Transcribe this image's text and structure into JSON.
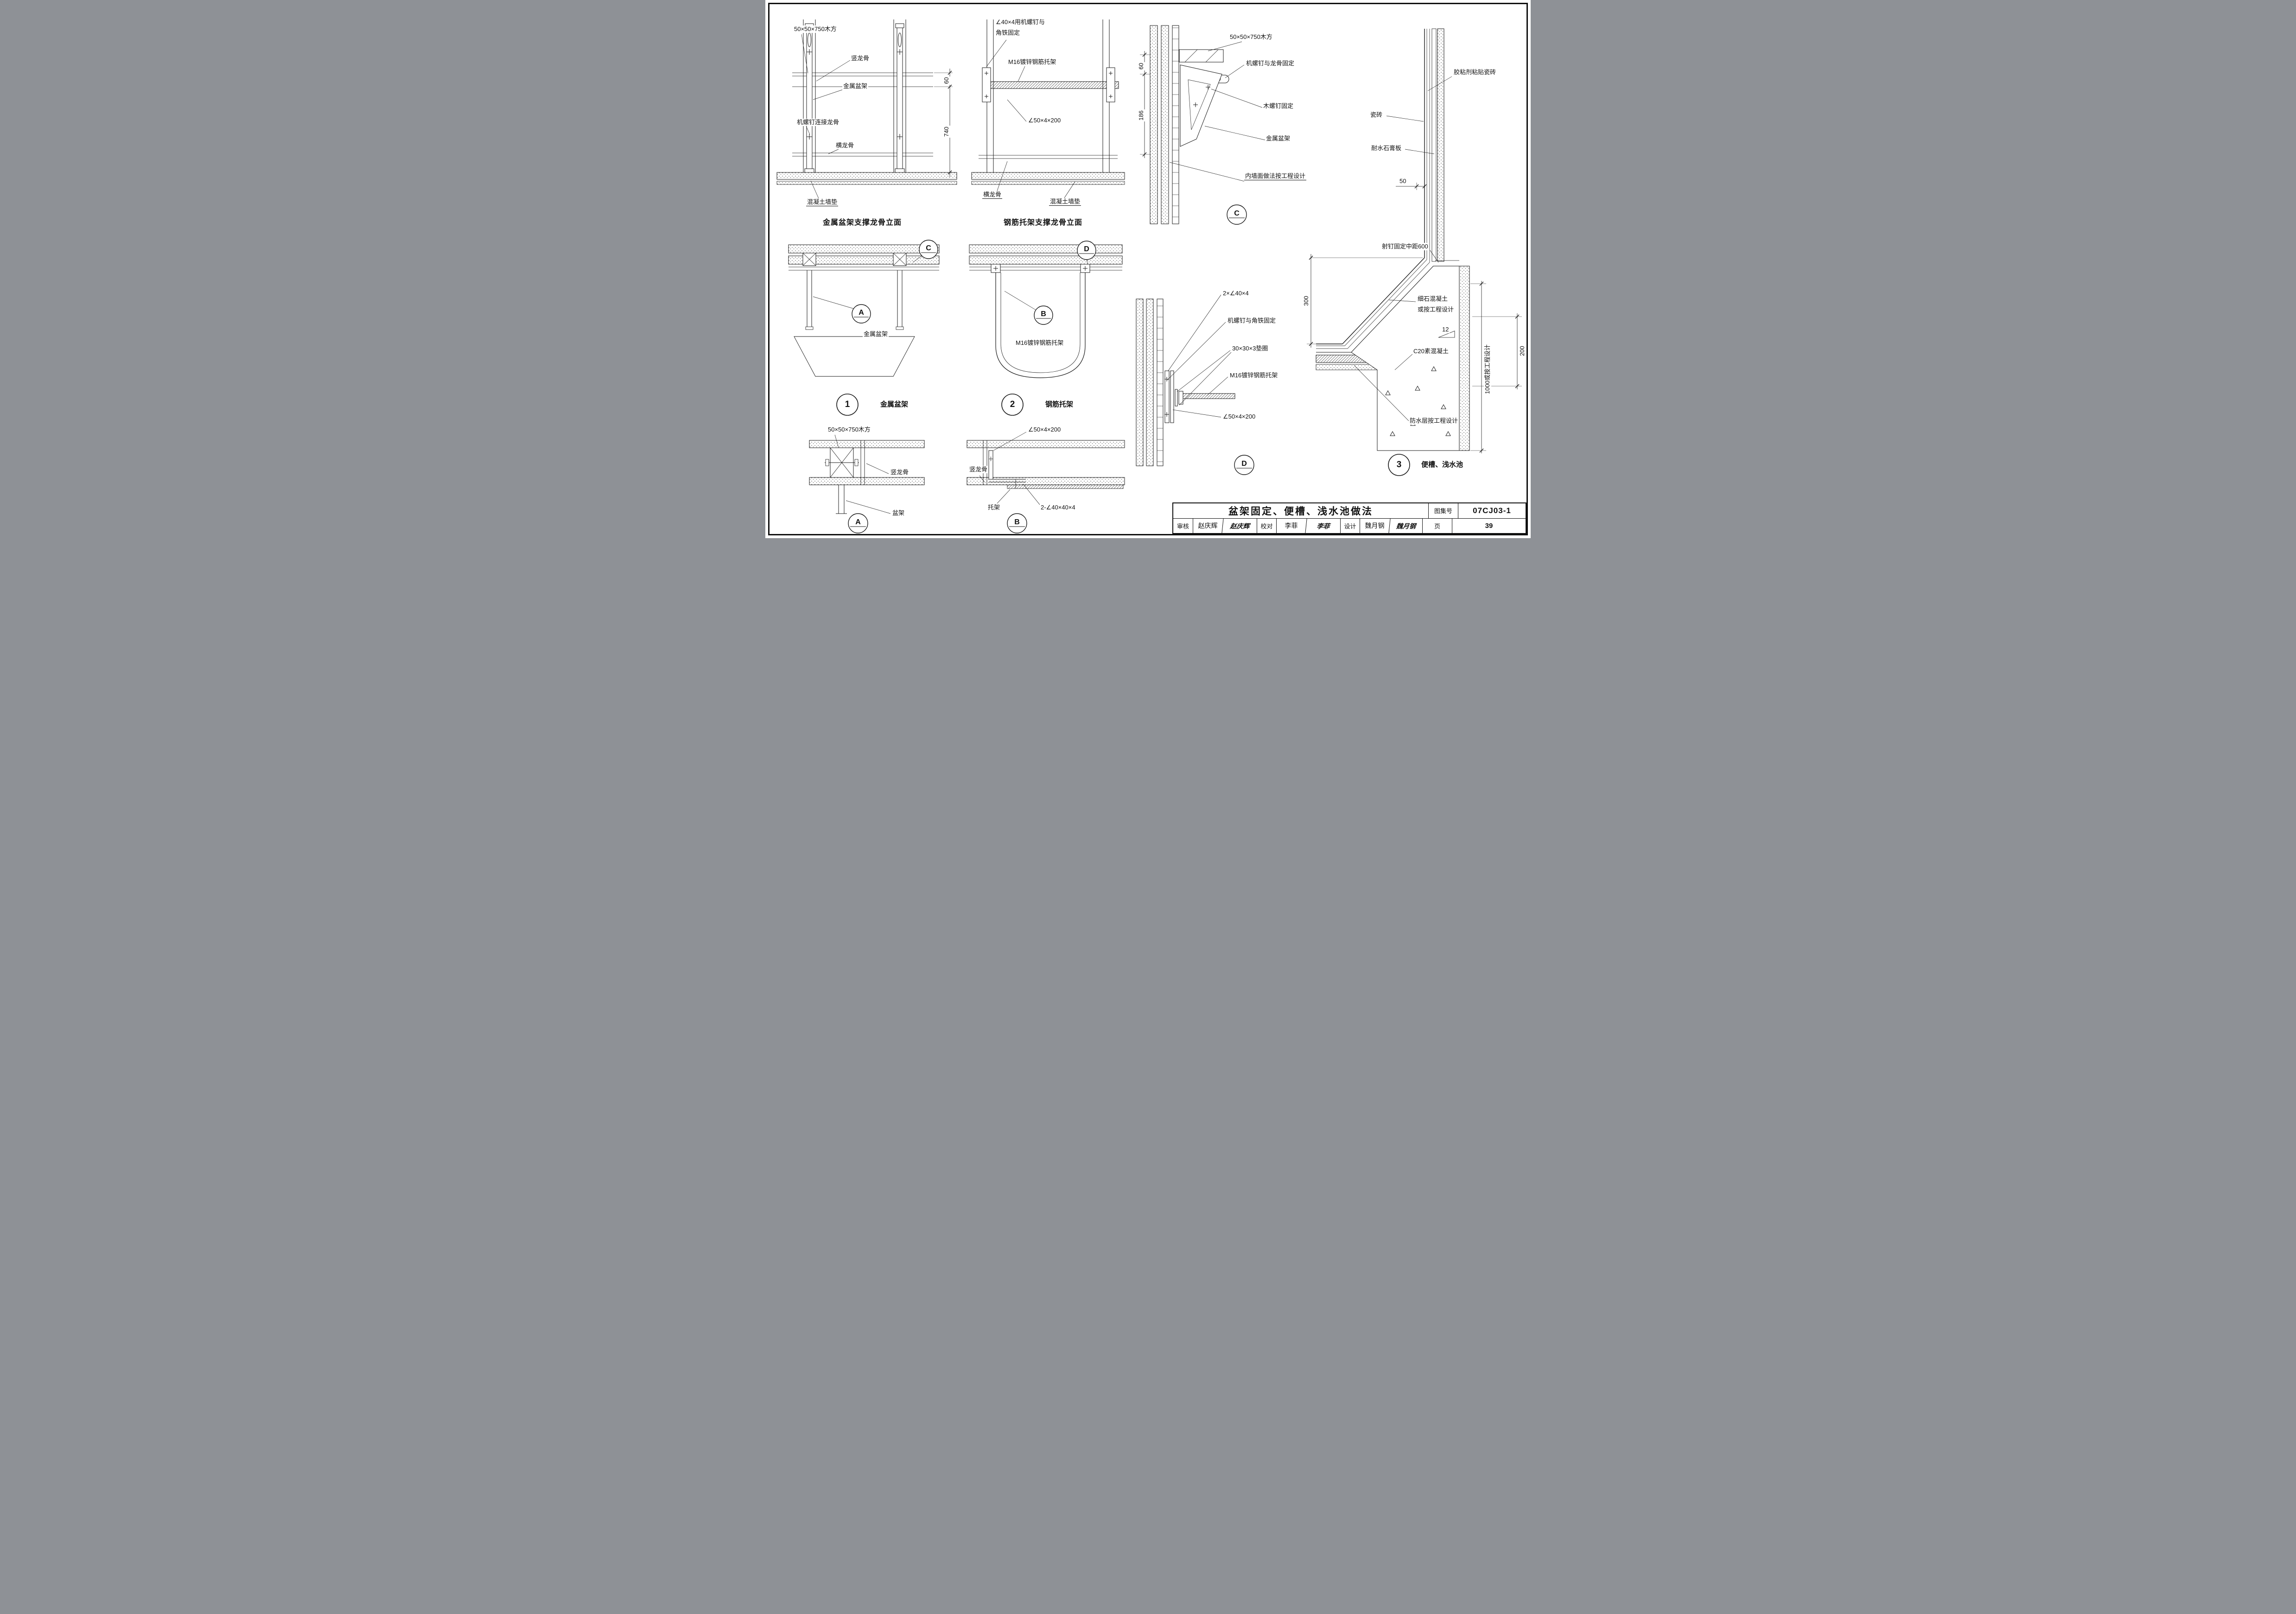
{
  "elev_basin": {
    "caption": "金属盆架支撑龙骨立面",
    "labels": {
      "wood": "50×50×750木方",
      "vkeel": "竖龙骨",
      "frame": "金属盆架",
      "screw": "机螺钉连接龙骨",
      "hkeel": "横龙骨",
      "pad": "混凝土墙垫"
    },
    "dims": {
      "d60": "60",
      "d740": "740"
    }
  },
  "elev_bracket": {
    "caption": "钢筋托架支撑龙骨立面",
    "labels": {
      "fix1": "∠40×4用机螺钉与",
      "fix2": "角铁固定",
      "bracket": "M16镀锌钢筋托架",
      "angle": "∠50×4×200",
      "hkeel": "横龙骨",
      "pad": "混凝土墙垫"
    }
  },
  "detail_c": {
    "mark": "C",
    "labels": {
      "wood": "50×50×750木方",
      "mscrew": "机螺钉与龙骨固定",
      "wscrew": "木螺钉固定",
      "frame": "金属盆架",
      "wall": "内墙面做法按工程设计"
    },
    "dims": {
      "d60": "60",
      "d186": "186"
    }
  },
  "trough": {
    "num": "3",
    "caption": "便槽、浅水池",
    "labels": {
      "glue": "胶粘剂粘贴瓷砖",
      "tile": "瓷砖",
      "gypsum": "耐水石膏板",
      "nail": "射钉固定中距600",
      "fine1": "细石混凝土",
      "fine2": "或按工程设计",
      "c20": "C20素混凝土",
      "waterproof": "防水层按工程设计"
    },
    "dims": {
      "d50": "50",
      "d300": "300",
      "d200": "200",
      "d12": "12",
      "d1000": "1000或按工程设计"
    }
  },
  "plan_basin": {
    "num": "1",
    "caption": "金属盆架",
    "mark_c": "C",
    "mark_a": "A",
    "label_frame": "金属盆架"
  },
  "plan_bracket": {
    "num": "2",
    "caption": "钢筋托架",
    "mark_d": "D",
    "mark_b": "B",
    "label_bracket": "M16镀锌钢筋托架"
  },
  "detail_d": {
    "mark": "D",
    "labels": {
      "angles": "2×∠40×4",
      "mscrew": "机螺钉与角铁固定",
      "washer": "30×30×3垫圈",
      "rod": "M16镀锌钢筋托架",
      "angle": "∠50×4×200"
    }
  },
  "detail_a": {
    "mark": "A",
    "labels": {
      "wood": "50×50×750木方",
      "vkeel": "竖龙骨",
      "frame": "盆架"
    }
  },
  "detail_b": {
    "mark": "B",
    "labels": {
      "angle": "∠50×4×200",
      "vkeel": "竖龙骨",
      "bracket": "托架",
      "angles": "2-∠40×40×4"
    }
  },
  "title_block": {
    "title": "盆架固定、便槽、浅水池做法",
    "atlas_label": "图集号",
    "atlas_no": "07CJ03-1",
    "page_label": "页",
    "page_no": "39",
    "cells": [
      {
        "label": "审核",
        "name": "赵庆辉",
        "sig": "赵庆辉"
      },
      {
        "label": "校对",
        "name": "李菲",
        "sig": "李菲"
      },
      {
        "label": "设计",
        "name": "魏月钢",
        "sig": "魏月钢"
      }
    ]
  }
}
